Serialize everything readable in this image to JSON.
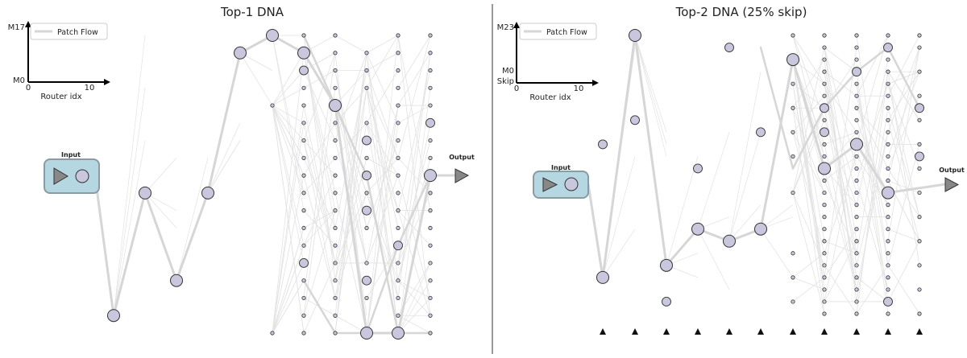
{
  "colors": {
    "node_fill": "#c9c7de",
    "node_stroke": "#333333",
    "flow": "#d6d6d6",
    "flow_thin": "#e2e2e2",
    "input_box_fill": "#b5d7e2",
    "input_box_stroke": "#8a9ba4",
    "triangle_fill": "#888888",
    "divider": "#555555",
    "skip_marker": "#111111"
  },
  "panels": [
    {
      "title": "Top-1 DNA",
      "legend": "Patch Flow",
      "y_axis_top": "M17",
      "y_axis_bottom": "M0",
      "x_axis_label": "Router idx",
      "x_tick_start": "0",
      "x_tick_end": "10",
      "input_label": "Input",
      "output_label": "Output",
      "highlight_path_levels": [
        1,
        8,
        3,
        8,
        16,
        17,
        16,
        13,
        0,
        0,
        9
      ]
    },
    {
      "title": "Top-2 DNA (25% skip)",
      "legend": "Patch Flow",
      "y_axis_top": "M23",
      "y_axis_bottom": "M0",
      "y_axis_skip": "Skip",
      "x_axis_label": "Router idx",
      "x_tick_start": "0",
      "x_tick_end": "10",
      "input_label": "Input",
      "output_label": "Output",
      "highlight_path_levels": [
        3,
        23,
        4,
        7,
        6,
        7,
        21,
        12,
        14,
        10
      ]
    }
  ]
}
